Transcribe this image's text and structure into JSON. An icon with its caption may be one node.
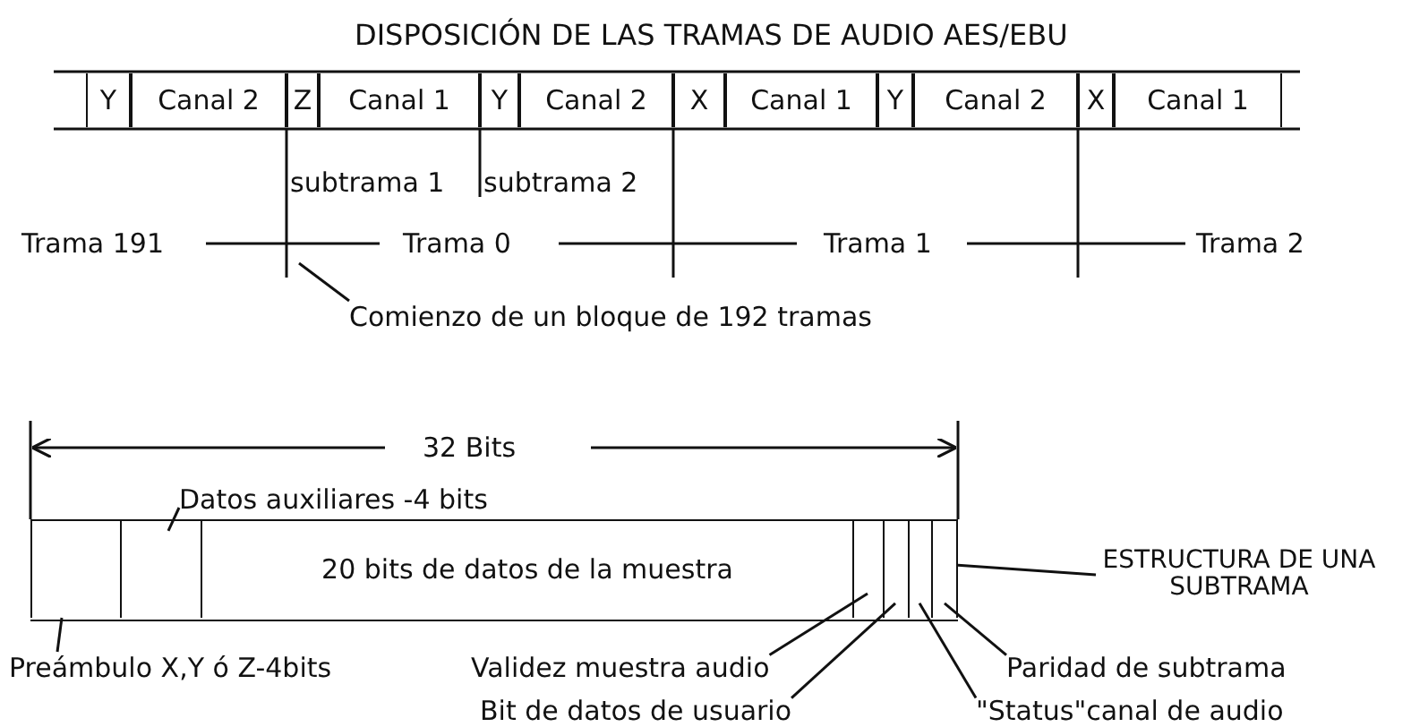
{
  "diagram": {
    "title": "DISPOSICIÓN DE LAS TRAMAS DE AUDIO AES/EBU",
    "nodes": [
      {
        "text": [
          "Y"
        ]
      },
      {
        "text": [
          "Canal 2"
        ]
      },
      {
        "text": [
          "Z"
        ]
      },
      {
        "text": [
          "Canal 1"
        ]
      },
      {
        "text": [
          "Y"
        ]
      },
      {
        "text": [
          "Canal 2"
        ]
      },
      {
        "text": [
          "X"
        ]
      },
      {
        "text": [
          "Canal 1"
        ]
      },
      {
        "text": [
          "Y"
        ]
      },
      {
        "text": [
          "Canal 2"
        ]
      },
      {
        "text": [
          "X"
        ]
      },
      {
        "text": [
          "Canal 1"
        ]
      },
      {
        "text": [],
        "shape": "box"
      },
      {
        "text": [],
        "shape": "box",
        "in": 12
      },
      {
        "text": [],
        "shape": "box",
        "in": 12
      },
      {
        "text": [
          "20 bits de datos de la muestra"
        ],
        "in": 12
      },
      {
        "text": [],
        "shape": "box",
        "in": 12
      },
      {
        "text": [],
        "shape": "box",
        "in": 12
      },
      {
        "text": [],
        "shape": "box",
        "in": 12
      },
      {
        "text": [],
        "shape": "box",
        "in": 12
      },
      {
        "text": [
          "Datos auxiliares -4 bits"
        ]
      },
      {
        "text": [
          "ESTRUCTURA DE UNA SUBTRAMA"
        ]
      },
      {
        "text": [
          "Preámbulo X,Y ó Z-4bits"
        ]
      },
      {
        "text": [
          "Validez muestra audio"
        ]
      },
      {
        "text": [
          "Bit de datos de usuario"
        ]
      },
      {
        "text": [
          "Paridad de subtrama"
        ]
      },
      {
        "text": [
          "\"Status\"canal de audio"
        ]
      },
      {
        "text": [
          "Comienzo de un bloque de 192 tramas"
        ]
      }
    ],
    "edges": [
      {
        "from": 20,
        "to": 14,
        "arrow": "none"
      },
      {
        "from": 21,
        "to": 12,
        "arrow": "none"
      },
      {
        "from": 22,
        "to": 13,
        "arrow": "none"
      },
      {
        "from": 23,
        "to": 16,
        "arrow": "none"
      },
      {
        "from": 24,
        "to": 17,
        "arrow": "none"
      },
      {
        "from": 25,
        "to": 19,
        "arrow": "none"
      },
      {
        "from": 26,
        "to": 18,
        "arrow": "none"
      },
      {
        "from": 27,
        "to": null,
        "arrow": "none"
      }
    ],
    "labels": [
      "subtrama 1",
      "subtrama 2",
      "Trama 191",
      "Trama 0",
      "Trama 1",
      "Trama 2",
      "32 Bits"
    ]
  }
}
